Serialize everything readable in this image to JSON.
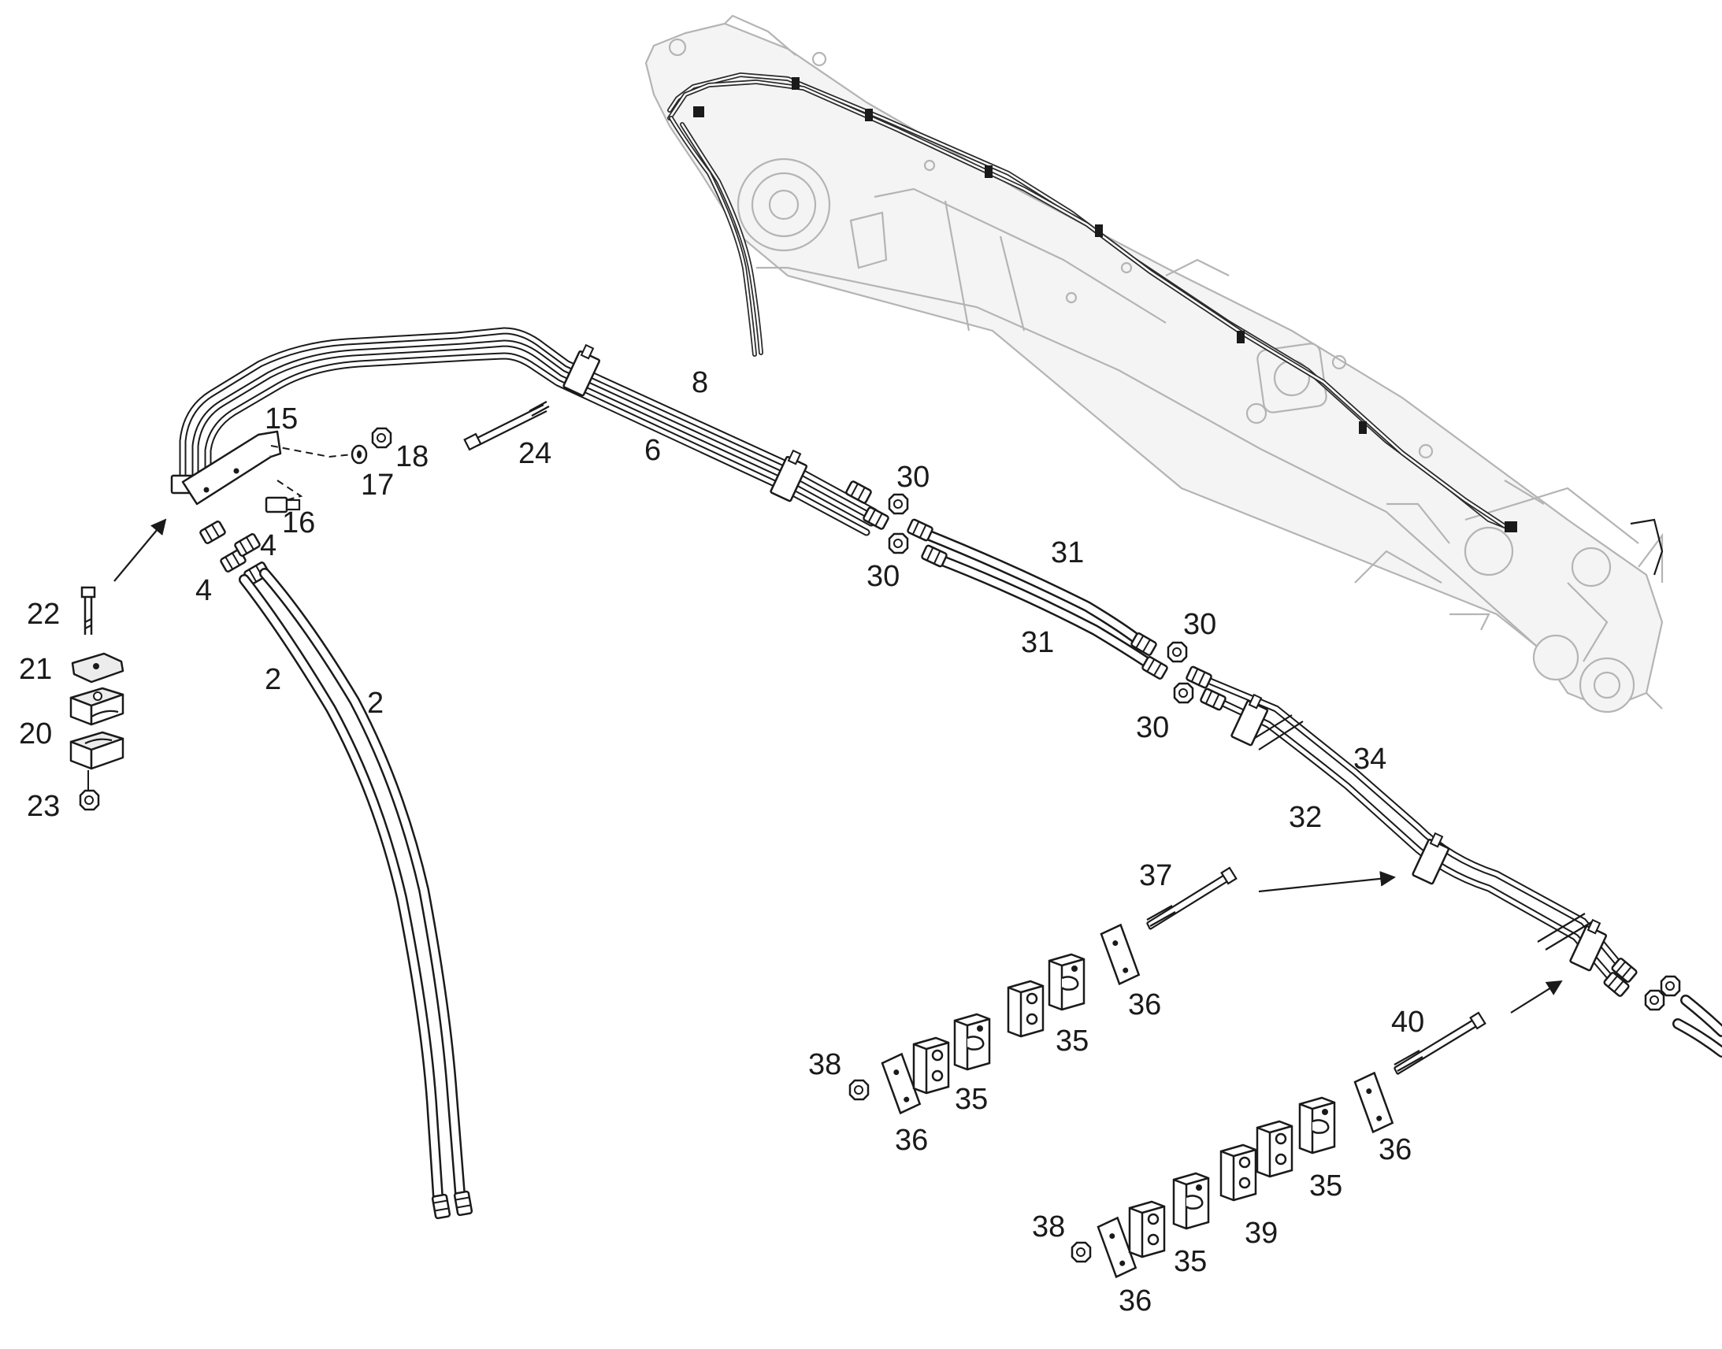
{
  "callouts": [
    {
      "id": "c2a",
      "text": "2"
    },
    {
      "id": "c2b",
      "text": "2"
    },
    {
      "id": "c4a",
      "text": "4"
    },
    {
      "id": "c4b",
      "text": "4"
    },
    {
      "id": "c6",
      "text": "6"
    },
    {
      "id": "c8",
      "text": "8"
    },
    {
      "id": "c15",
      "text": "15"
    },
    {
      "id": "c16",
      "text": "16"
    },
    {
      "id": "c17",
      "text": "17"
    },
    {
      "id": "c18",
      "text": "18"
    },
    {
      "id": "c20",
      "text": "20"
    },
    {
      "id": "c21",
      "text": "21"
    },
    {
      "id": "c22",
      "text": "22"
    },
    {
      "id": "c23",
      "text": "23"
    },
    {
      "id": "c24",
      "text": "24"
    },
    {
      "id": "c30a",
      "text": "30"
    },
    {
      "id": "c30b",
      "text": "30"
    },
    {
      "id": "c30c",
      "text": "30"
    },
    {
      "id": "c30d",
      "text": "30"
    },
    {
      "id": "c31a",
      "text": "31"
    },
    {
      "id": "c31b",
      "text": "31"
    },
    {
      "id": "c32",
      "text": "32"
    },
    {
      "id": "c34",
      "text": "34"
    },
    {
      "id": "c35a",
      "text": "35"
    },
    {
      "id": "c35b",
      "text": "35"
    },
    {
      "id": "c35c",
      "text": "35"
    },
    {
      "id": "c35d",
      "text": "35"
    },
    {
      "id": "c36a",
      "text": "36"
    },
    {
      "id": "c36b",
      "text": "36"
    },
    {
      "id": "c36c",
      "text": "36"
    },
    {
      "id": "c36d",
      "text": "36"
    },
    {
      "id": "c37",
      "text": "37"
    },
    {
      "id": "c38a",
      "text": "38"
    },
    {
      "id": "c38b",
      "text": "38"
    },
    {
      "id": "c39",
      "text": "39"
    },
    {
      "id": "c40",
      "text": "40"
    }
  ],
  "colors": {
    "ink": "#1a1a1a",
    "ghost_outline": "#b4b4b4",
    "background": "#ffffff"
  }
}
